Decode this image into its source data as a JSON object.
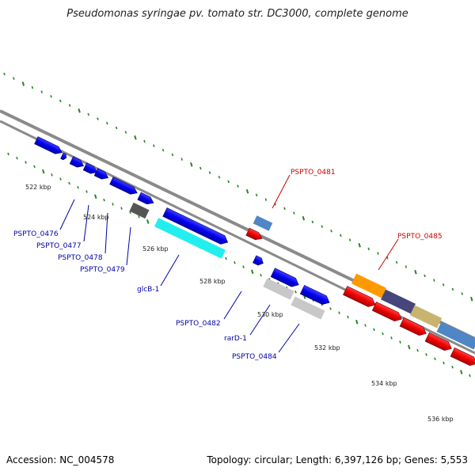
{
  "title": "Pseudomonas syringae pv. tomato str. DC3000, complete genome",
  "footer": {
    "accession": "Accession: NC_004578",
    "stats": "Topology: circular; Length: 6,397,126 bp; Genes: 5,553"
  },
  "scale_labels": [
    "522 kbp",
    "524 kbp",
    "526 kbp",
    "528 kbp",
    "530 kbp",
    "532 kbp",
    "534 kbp",
    "536 kbp"
  ],
  "colors": {
    "link_label": "#0000aa",
    "highlight_label": "#cc0000",
    "backbone": "#888888",
    "tick": "#228822"
  },
  "gene_labels": [
    {
      "text": "PSPTO_0476",
      "highlight": false
    },
    {
      "text": "PSPTO_0477",
      "highlight": false
    },
    {
      "text": "PSPTO_0478",
      "highlight": false
    },
    {
      "text": "PSPTO_0479",
      "highlight": false
    },
    {
      "text": "glcB-1",
      "highlight": false
    },
    {
      "text": "PSPTO_0482",
      "highlight": false
    },
    {
      "text": "rarD-1",
      "highlight": false
    },
    {
      "text": "PSPTO_0484",
      "highlight": false
    },
    {
      "text": "PSPTO_0481",
      "highlight": true
    },
    {
      "text": "PSPTO_0485",
      "highlight": true
    }
  ]
}
